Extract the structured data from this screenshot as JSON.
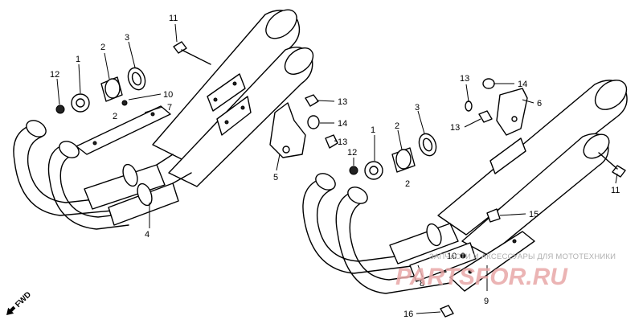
{
  "callouts": {
    "c1a": "1",
    "c2a": "2",
    "c2b": "2",
    "c3a": "3",
    "c4": "4",
    "c5": "5",
    "c6": "6",
    "c7": "7",
    "c8": "8",
    "c9": "9",
    "c10a": "10",
    "c10b": "10",
    "c11a": "11",
    "c11b": "11",
    "c12a": "12",
    "c12b": "12",
    "c13a": "13",
    "c13b": "13",
    "c13c": "13",
    "c13d": "13",
    "c14a": "14",
    "c14b": "14",
    "c15": "15",
    "c16": "16",
    "c1b": "1",
    "c2c": "2",
    "c2d": "2",
    "c3b": "3"
  },
  "direction": "FWD",
  "watermark": {
    "caption": "ЗАПЧАСТИ И АКСЕССУАРЫ ДЛЯ МОТОТЕХНИКИ",
    "brand": "PARTSFOR.RU"
  }
}
